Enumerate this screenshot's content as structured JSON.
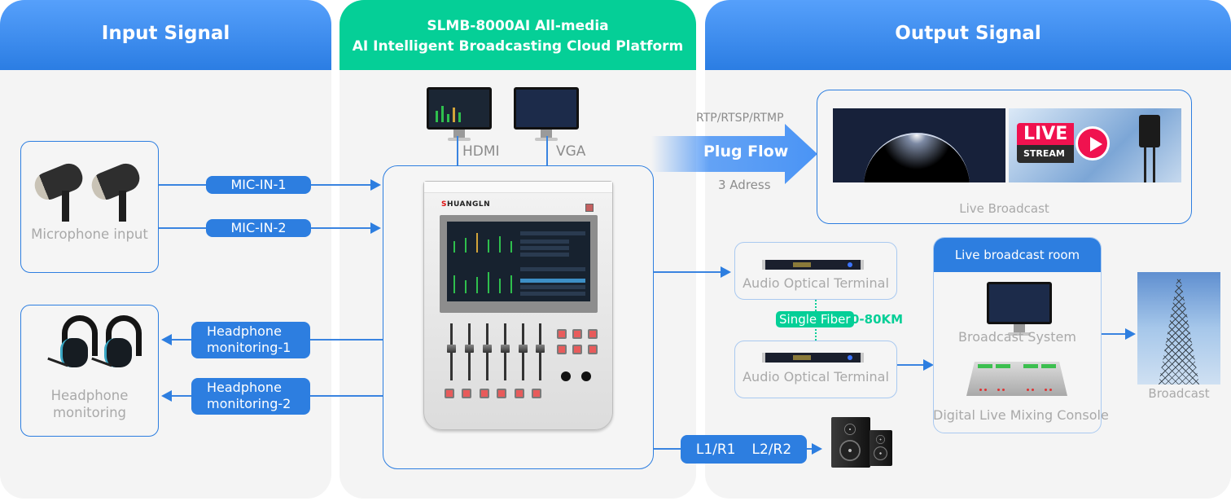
{
  "panels": {
    "input": {
      "title": "Input Signal"
    },
    "center": {
      "title_line1": "SLMB-8000AI All-media",
      "title_line2": "AI Intelligent Broadcasting Cloud Platform"
    },
    "output": {
      "title": "Output Signal"
    }
  },
  "input": {
    "microphone": {
      "caption": "Microphone input",
      "icon": "microphone-icon"
    },
    "headphone": {
      "caption_line1": "Headphone",
      "caption_line2": "monitoring",
      "icon": "headphone-icon"
    },
    "links": [
      {
        "label": "MIC-IN-1",
        "direction": "in"
      },
      {
        "label": "MIC-IN-2",
        "direction": "in"
      },
      {
        "label_line1": "Headphone",
        "label_line2": "monitoring-1",
        "direction": "out"
      },
      {
        "label_line1": "Headphone",
        "label_line2": "monitoring-2",
        "direction": "out"
      }
    ]
  },
  "center": {
    "displays": [
      {
        "label": "HDMI",
        "icon": "monitor-icon"
      },
      {
        "label": "VGA",
        "icon": "monitor-icon"
      }
    ],
    "device": {
      "brand_first": "S",
      "brand_rest": "HUANGLN"
    }
  },
  "output": {
    "plug_flow": {
      "protocols": "RTP/RTSP/RTMP",
      "label": "Plug Flow",
      "addresses": "3 Adress"
    },
    "live_broadcast": {
      "caption": "Live Broadcast",
      "badge_live": "LIVE",
      "badge_stream": "STREAM"
    },
    "optical_terminals": [
      {
        "caption": "Audio Optical Terminal"
      },
      {
        "caption": "Audio Optical Terminal"
      }
    ],
    "fiber": {
      "label": "Single Fiber",
      "distance": "0-80KM"
    },
    "broadcast_room": {
      "title": "Live broadcast room",
      "items": [
        {
          "caption": "Broadcast System"
        },
        {
          "caption": "Digital Live Mixing Console"
        }
      ]
    },
    "broadcast": {
      "caption": "Broadcast"
    },
    "speakers": {
      "channel_1": "L1/R1",
      "channel_2": "L2/R2"
    }
  },
  "colors": {
    "primary_blue": "#2d7ee0",
    "header_green": "#05cf97",
    "fiber_green": "#05cf97",
    "panel_bg": "#f4f4f4",
    "caption_gray": "#a9a9a9"
  }
}
